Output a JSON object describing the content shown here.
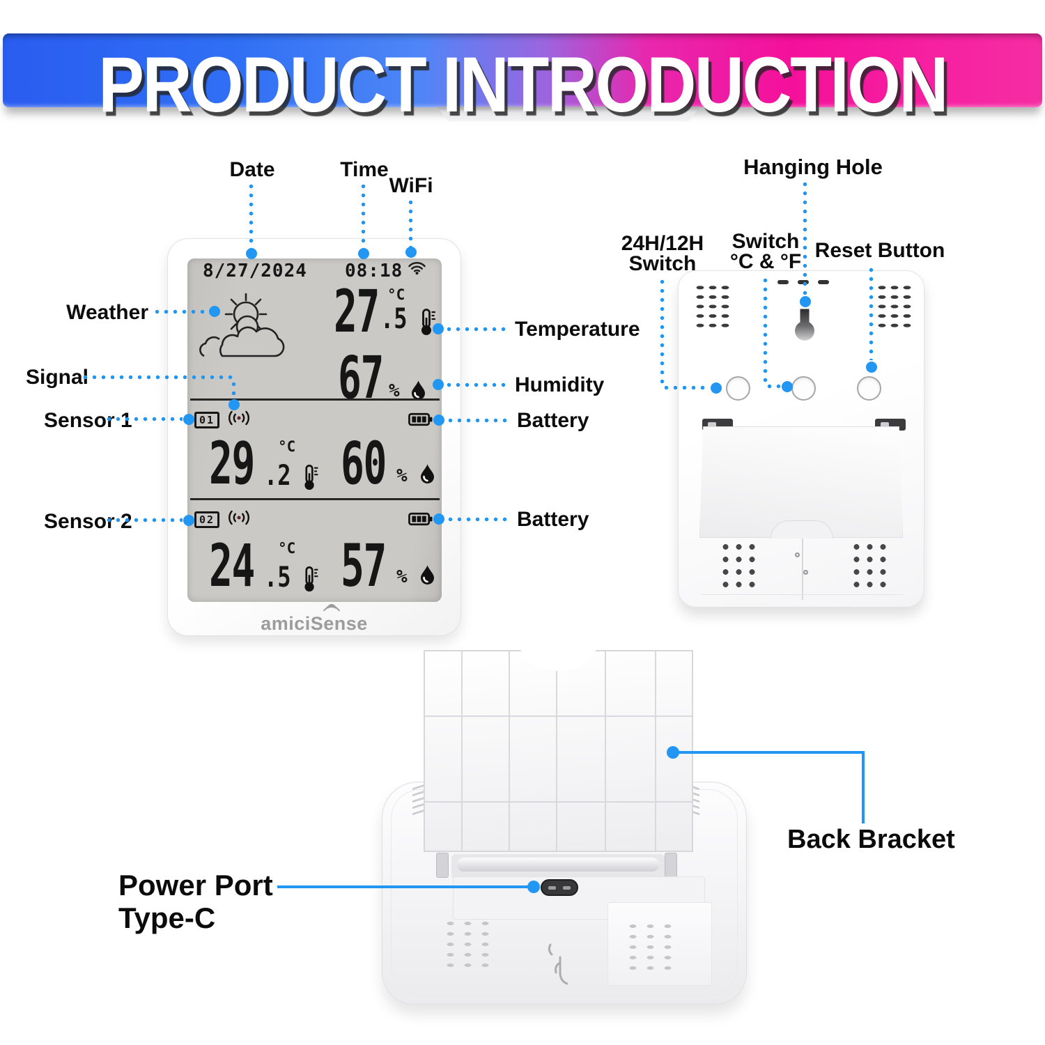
{
  "header": {
    "title": "PRODUCT INTRODUCTION"
  },
  "colors": {
    "callout_blue": "#2196f3",
    "header_gradient_left": "#2a5cf0",
    "header_gradient_right": "#f5109b",
    "lcd_background": "#cac9c5",
    "lcd_ink": "#161616"
  },
  "front_display": {
    "date": "8/27/2024",
    "time": "08:18",
    "brand": "amiciSense",
    "indoor": {
      "temp_int": "27",
      "temp_frac": ".5",
      "temp_unit": "°C",
      "humidity": "67",
      "humidity_unit": "%"
    },
    "sensor1": {
      "id": "01",
      "temp_int": "29",
      "temp_frac": ".2",
      "temp_unit": "°C",
      "humidity": "60",
      "humidity_unit": "%"
    },
    "sensor2": {
      "id": "02",
      "temp_int": "24",
      "temp_frac": ".5",
      "temp_unit": "°C",
      "humidity": "57",
      "humidity_unit": "%"
    }
  },
  "front_callouts": {
    "date": "Date",
    "time": "Time",
    "wifi": "WiFi",
    "weather": "Weather",
    "signal": "Signal",
    "sensor1": "Sensor 1",
    "sensor2": "Sensor 2",
    "temperature": "Temperature",
    "humidity": "Humidity",
    "battery1": "Battery",
    "battery2": "Battery"
  },
  "back_callouts": {
    "hanging_hole": "Hanging Hole",
    "time_format_switch": [
      "24H/12H",
      "Switch"
    ],
    "unit_switch": [
      "Switch",
      "°C & °F"
    ],
    "reset": "Reset Button"
  },
  "bottom_callouts": {
    "power_port": [
      "Power Port",
      "Type-C"
    ],
    "back_bracket": "Back Bracket"
  }
}
